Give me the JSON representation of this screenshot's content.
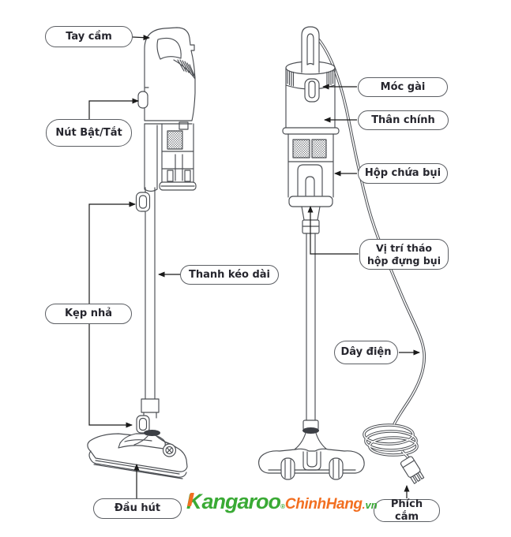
{
  "figure": {
    "type": "vacuum-cleaner-parts-diagram",
    "views": [
      "side-view",
      "rear-view"
    ],
    "background": "#ffffff",
    "line_color": "#4a4d52",
    "label_border_color": "#5b5e63",
    "label_text_color": "#26262e"
  },
  "labels": [
    {
      "id": "tay-cam",
      "text": "Tay cầm"
    },
    {
      "id": "nut-bat-tat",
      "text": "Nút Bật/Tắt"
    },
    {
      "id": "kep-nha",
      "text": "Kẹp nhả"
    },
    {
      "id": "thanh-keo-dai",
      "text": "Thanh kéo dài"
    },
    {
      "id": "dau-hut",
      "text": "Đầu hút"
    },
    {
      "id": "moc-gai",
      "text": "Móc gài"
    },
    {
      "id": "than-chinh",
      "text": "Thân chính"
    },
    {
      "id": "hop-chua-bui",
      "text": "Hộp chứa bụi"
    },
    {
      "id": "vi-tri-thao-hop",
      "text": "Vị trí tháo hộp đựng bụi"
    },
    {
      "id": "day-dien",
      "text": "Dây điện"
    },
    {
      "id": "phich-cam",
      "text": "Phích cắm"
    }
  ],
  "logo": {
    "brand_initial": "K",
    "brand_rest": "angaroo",
    "reg": "®",
    "suffix": "ChinhHang",
    "domain_dot": ".",
    "domain": "vn",
    "green": "#3aaa35",
    "orange": "#f26f21"
  }
}
